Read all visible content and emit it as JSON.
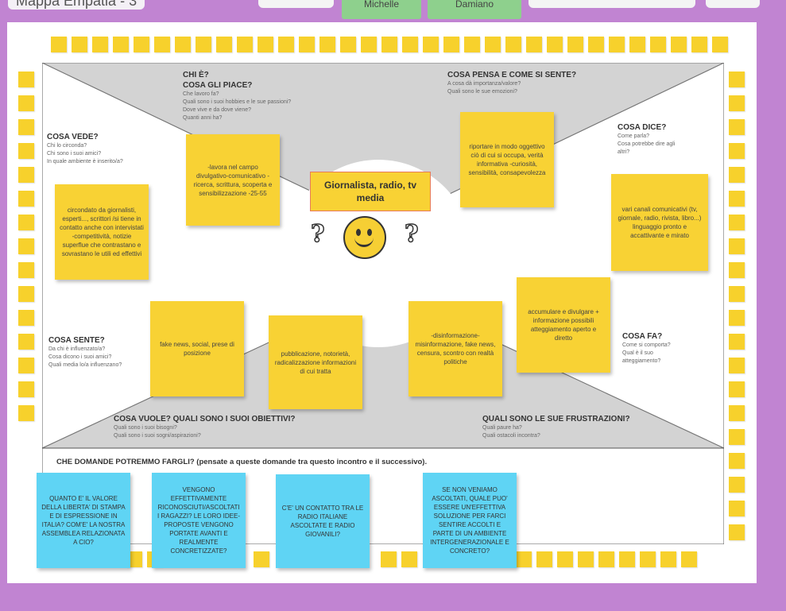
{
  "window": {
    "frame_title": "Mappa Empatia - 3",
    "top_tabs": [
      "Michelle",
      "Damiano"
    ]
  },
  "center": {
    "title": "Giornalista, radio, tv media",
    "question_mark": "?"
  },
  "sections": {
    "chi_e": {
      "heading1": "CHI È?",
      "heading2": "COSA GLI PIACE?",
      "questions": [
        "Che lavoro fa?",
        "Quali sono i suoi hobbies e le sue passioni?",
        "Dove vive e da dove viene?",
        "Quanti anni ha?"
      ]
    },
    "pensa": {
      "heading": "COSA PENSA E COME SI SENTE?",
      "questions": [
        "A cosa dà importanza/valore?",
        "Quali sono le sue emozioni?"
      ]
    },
    "vede": {
      "heading": "COSA VEDE?",
      "questions": [
        "Chi lo circonda?",
        "Chi sono i suoi amici?",
        "In quale ambiente è inserito/a?"
      ]
    },
    "dice": {
      "heading": "COSA DICE?",
      "questions": [
        "Come parla?",
        "Cosa potrebbe dire agli",
        "altri?"
      ]
    },
    "sente": {
      "heading": "COSA SENTE?",
      "questions": [
        "Da chi è influenzato/a?",
        "Cosa dicono i suoi amici?",
        "Quali media lo/a influenzano?"
      ]
    },
    "fa": {
      "heading": "COSA FA?",
      "questions": [
        "Come si comporta?",
        "Qual è il suo",
        "atteggiamento?"
      ]
    },
    "vuole": {
      "heading": "COSA VUOLE? QUALI SONO I SUOI OBIETTIVI?",
      "questions": [
        "Quali sono i suoi bisogni?",
        "Quali sono i suoi sogni/aspirazioni?"
      ]
    },
    "frustrazioni": {
      "heading": "QUALI SONO LE SUE FRUSTRAZIONI?",
      "questions": [
        "Quali paure ha?",
        "Quali ostacoli incontra?"
      ]
    },
    "domande": {
      "heading": "CHE DOMANDE POTREMMO FARGLI? (pensate a queste domande tra questo incontro e il successivo)."
    }
  },
  "notes": {
    "chi_e": "-lavora nel campo divulgativo-comunicativo -ricerca, scrittura, scoperta e sensibilizzazione -25-55",
    "pensa": "riportare in modo oggettivo ciò di cui si occupa, verità informativa -curiosità, sensibilità, consapevolezza",
    "vede": "circondato da giornalisti, esperti..., scrittori /si tiene in contatto anche con intervistati -competitività, notizie superflue che contrastano e sovrastano le utili ed effettivi",
    "dice": "vari canali comunicativi (tv, giornale, radio, rivista, libro...) linguaggio pronto e accattivante e mirato",
    "sente": "fake news, social, prese di posizione",
    "vuole": "pubblicazione, notorietà, radicalizzazione informazioni di cui tratta",
    "frustrazioni": "-disinformazione-misinformazione, fake news, censura, scontro con realtà politiche",
    "fa": "accumulare e divulgare + informazione possibili atteggiamento aperto e diretto"
  },
  "questions_notes": [
    "QUANTO E' IL VALORE DELLA LIBERTA' DI STAMPA E DI ESPRESSIONE IN ITALIA? COM'E' LA NOSTRA ASSEMBLEA RELAZIONATA A CIO?",
    "VENGONO EFFETTIVAMENTE RICONOSCIUTI/ASCOLTATI I RAGAZZI? LE LORO IDEE-PROPOSTE VENGONO PORTATE AVANTI E REALMENTE CONCRETIZZATE?",
    "C'E' UN CONTATTO TRA LE RADIO ITALIANE ASCOLTATE E RADIO GIOVANILI?",
    "SE NON VENIAMO ASCOLTATI, QUALE PUO' ESSERE UN'EFFETTIVA SOLUZIONE PER FARCI SENTIRE ACCOLTI E PARTE DI UN AMBIENTE INTERGENERAZIONALE E CONCRETO?"
  ],
  "colors": {
    "background": "#c184d2",
    "sticky_yellow": "#f8d234",
    "sticky_blue": "#5fd4f4",
    "map_grey": "#d3d3d3"
  }
}
